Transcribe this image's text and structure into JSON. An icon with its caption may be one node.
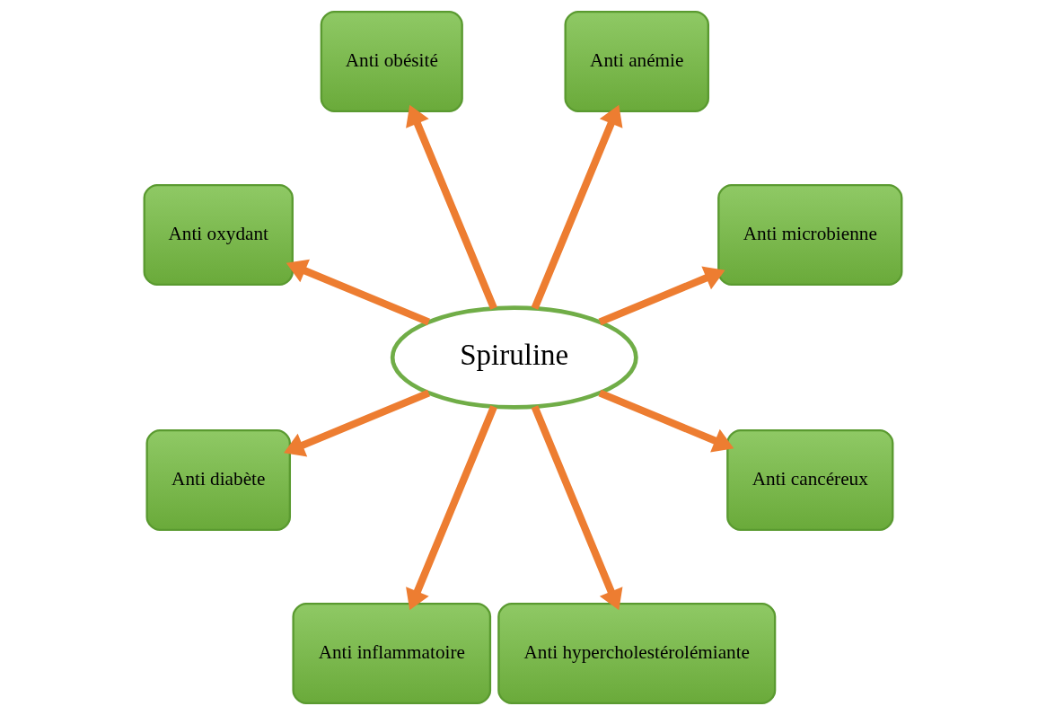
{
  "diagram": {
    "nodes": [
      {
        "text": [
          "Anti microbienne"
        ]
      },
      {
        "text": [
          "Anti anémie"
        ]
      },
      {
        "text": [
          "Anti obésité"
        ]
      },
      {
        "text": [
          "Anti oxydant"
        ]
      },
      {
        "text": [
          "Spiruline"
        ]
      },
      {
        "text": [
          "Anti diabète"
        ]
      },
      {
        "text": [
          "Anti inflammatoire"
        ]
      },
      {
        "text": [
          "Anti hypercholestérolémiante"
        ]
      },
      {
        "text": [
          "Anti cancéreux"
        ]
      }
    ],
    "edges": [
      {
        "from": 4,
        "to": 0,
        "arrow": "to"
      },
      {
        "from": 4,
        "to": 1,
        "arrow": "to"
      },
      {
        "from": 4,
        "to": 3,
        "arrow": "to"
      },
      {
        "from": 4,
        "to": 6,
        "arrow": "to"
      },
      {
        "from": 4,
        "to": 8,
        "arrow": "to"
      },
      {
        "from": 4,
        "to": 7,
        "arrow": "to"
      },
      {
        "from": 4,
        "to": 5,
        "arrow": "to"
      },
      {
        "from": 4,
        "to": 2,
        "arrow": "to"
      }
    ]
  }
}
